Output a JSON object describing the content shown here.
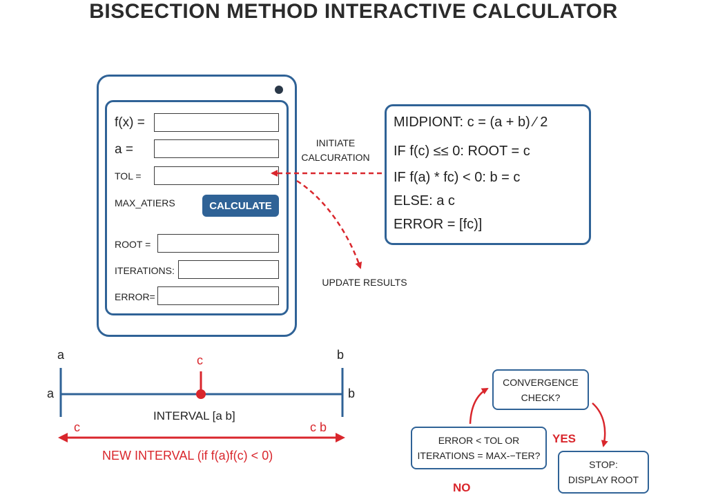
{
  "title": "BISCECTION METHOD INTERACTIVE CALCULATOR",
  "calculator": {
    "fx_label": "f(x) =",
    "a_label": "a =",
    "tol_label": "TOL =",
    "max_iter_label": "MAX_ATIERS",
    "calculate_label": "CALCULATE",
    "root_label": "ROOT =",
    "iterations_label": "ITERATIONS:",
    "error_label": "ERROR=",
    "fx_value": "",
    "a_value": "",
    "tol_value": "",
    "root_value": "",
    "iterations_value": "",
    "error_value": ""
  },
  "rules": {
    "midpoint": "MIDPIONT: c = (a + b) ⁄ 2",
    "root": "IF f(c) ≤≤ 0: ROOT = c",
    "update_b": "IF f(a) * fc) < 0: b = c",
    "else": "ELSE: a c",
    "error": "ERROR = [fc)]"
  },
  "annotations": {
    "initiate": "INITIATE",
    "calcuration": "CALCURATION",
    "update_results": "UPDATE RESULTS"
  },
  "interval": {
    "a_top": "a",
    "b_top": "b",
    "a_left": "a",
    "b_right": "b",
    "c_mid": "c",
    "label": "INTERVAL [a b]",
    "c_new_left": "c",
    "cb_new_right": "c b",
    "new_interval": "NEW INTERVAL (if f(a)f(c) < 0)"
  },
  "flowchart": {
    "convergence": "CONVERGENCE CHECK?",
    "condition_line1": "ERROR < TOL OR",
    "condition_line2": "ITERATIONS = MAX-−TER?",
    "yes": "YES",
    "no": "NO",
    "stop_line1": "STOP:",
    "stop_line2": "DISPLAY ROOT"
  },
  "colors": {
    "primary_blue": "#2f6296",
    "accent_red": "#d9262c",
    "text": "#1f1f1f"
  }
}
